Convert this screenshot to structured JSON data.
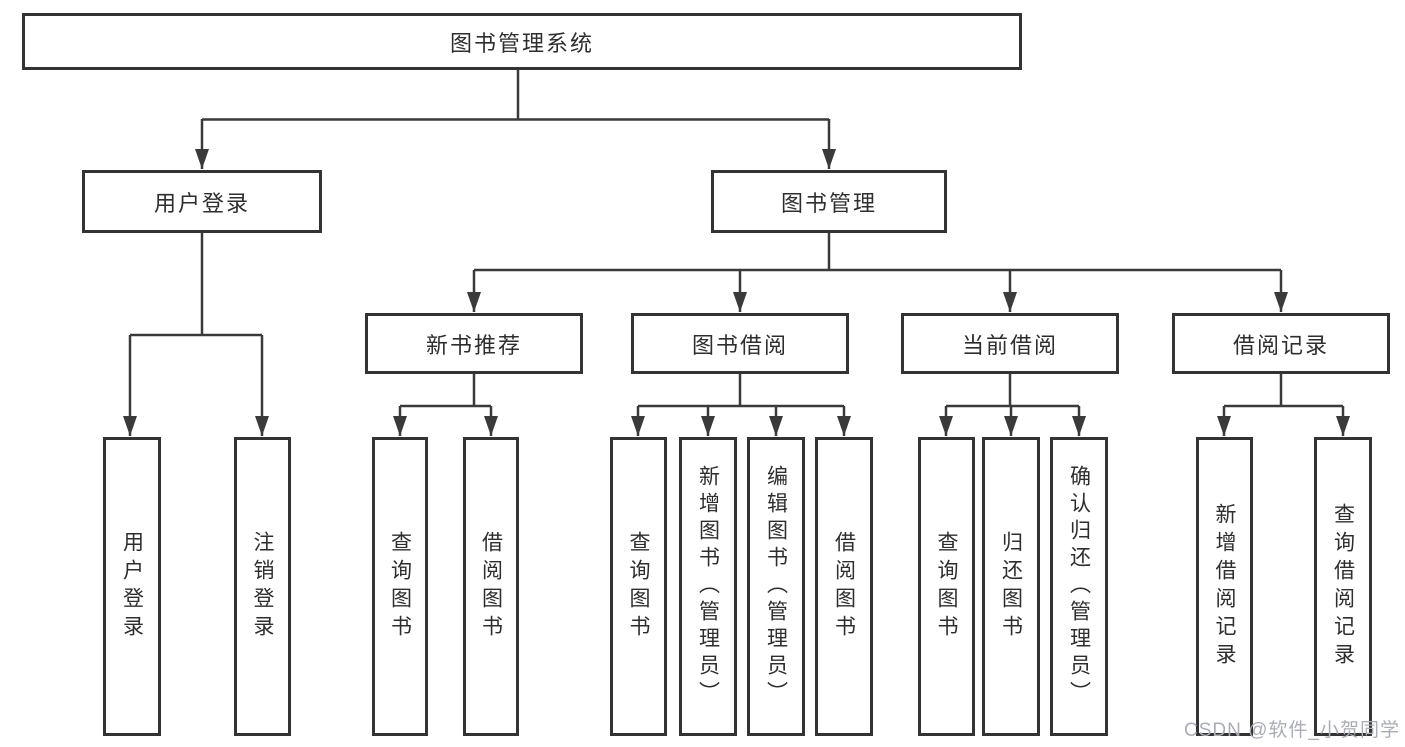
{
  "diagram": {
    "title": "图书管理系统",
    "root": {
      "label": "图书管理系统"
    },
    "level2": [
      {
        "label": "用户登录"
      },
      {
        "label": "图书管理"
      }
    ],
    "level3": [
      {
        "label": "新书推荐",
        "parent": "图书管理"
      },
      {
        "label": "图书借阅",
        "parent": "图书管理"
      },
      {
        "label": "当前借阅",
        "parent": "图书管理"
      },
      {
        "label": "借阅记录",
        "parent": "图书管理"
      }
    ],
    "leaves": [
      {
        "label": "用户登录",
        "parent": "用户登录"
      },
      {
        "label": "注销登录",
        "parent": "用户登录"
      },
      {
        "label": "查询图书",
        "parent": "新书推荐"
      },
      {
        "label": "借阅图书",
        "parent": "新书推荐"
      },
      {
        "label": "查询图书",
        "parent": "图书借阅"
      },
      {
        "label": "新增图书（管理员）",
        "parent": "图书借阅"
      },
      {
        "label": "编辑图书（管理员）",
        "parent": "图书借阅"
      },
      {
        "label": "借阅图书",
        "parent": "图书借阅"
      },
      {
        "label": "查询图书",
        "parent": "当前借阅"
      },
      {
        "label": "归还图书",
        "parent": "当前借阅"
      },
      {
        "label": "确认归还（管理员）",
        "parent": "当前借阅"
      },
      {
        "label": "新增借阅记录",
        "parent": "借阅记录"
      },
      {
        "label": "查询借阅记录",
        "parent": "借阅记录"
      }
    ],
    "colors": {
      "line": "#3a3a3a",
      "border": "#333333",
      "text": "#2e2e2e",
      "watermark": "#a9aeb6"
    }
  },
  "watermark": {
    "text": "CSDN @软件_小贺同学"
  }
}
